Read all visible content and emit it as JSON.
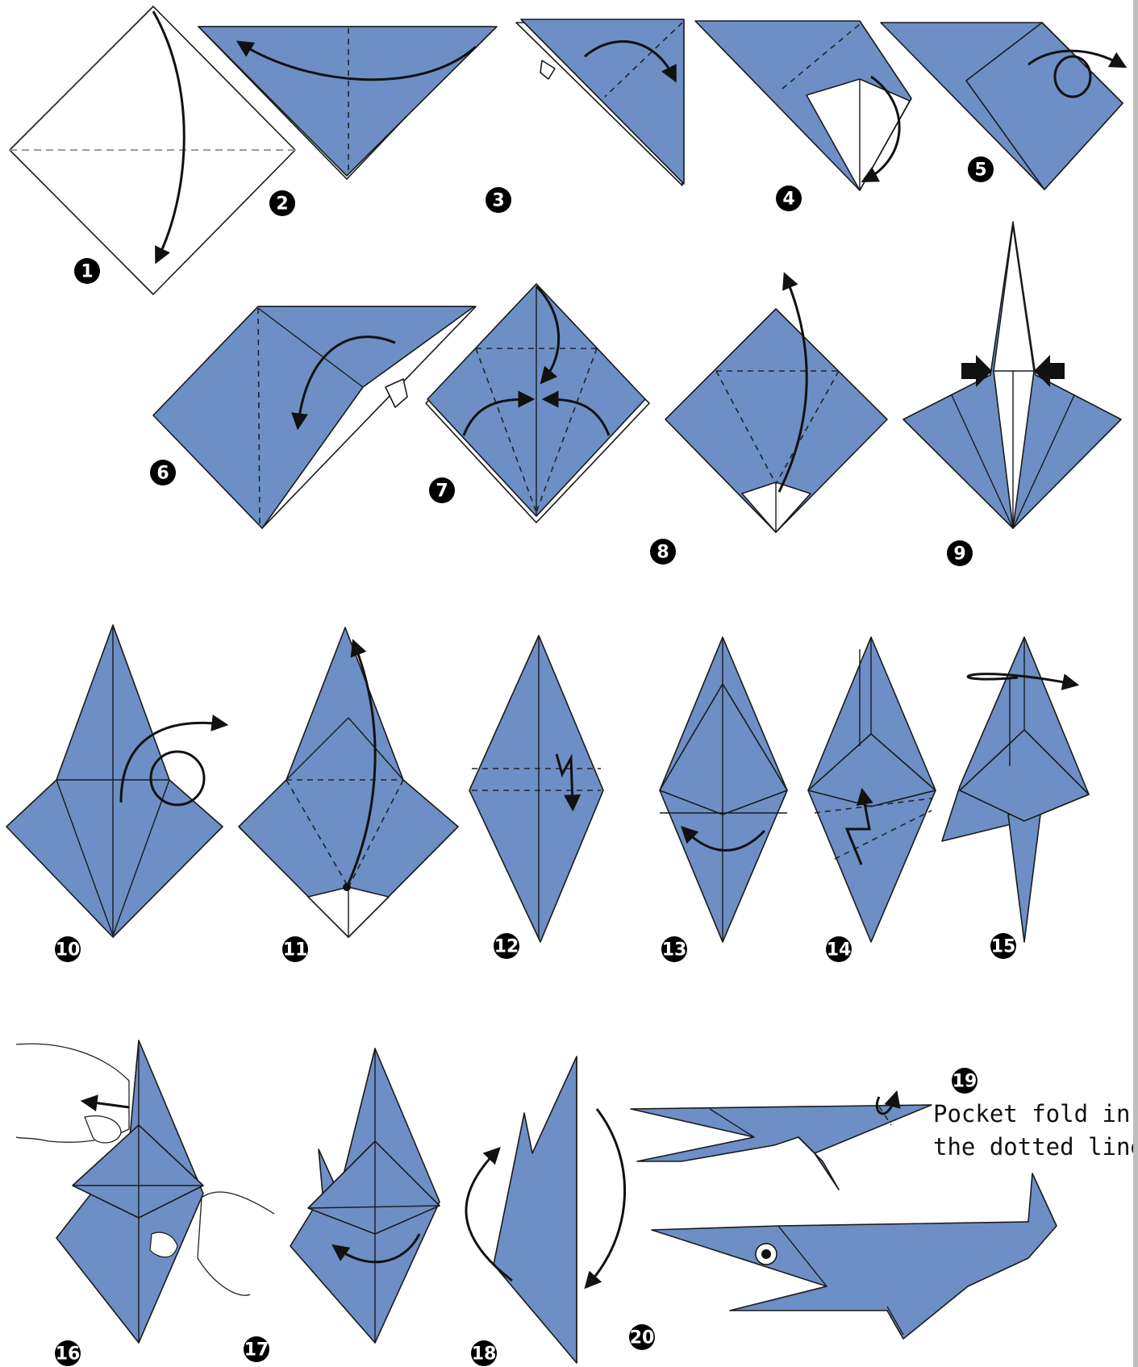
{
  "diagram": {
    "paper_color": "#6d8fc6",
    "line_color": "#1a1a1a",
    "background": "#ffffff",
    "steps": [
      {
        "number": "1"
      },
      {
        "number": "2"
      },
      {
        "number": "3"
      },
      {
        "number": "4"
      },
      {
        "number": "5"
      },
      {
        "number": "6"
      },
      {
        "number": "7"
      },
      {
        "number": "8"
      },
      {
        "number": "9"
      },
      {
        "number": "10"
      },
      {
        "number": "11"
      },
      {
        "number": "12"
      },
      {
        "number": "13"
      },
      {
        "number": "14"
      },
      {
        "number": "15"
      },
      {
        "number": "16"
      },
      {
        "number": "17"
      },
      {
        "number": "18"
      },
      {
        "number": "19"
      },
      {
        "number": "20"
      }
    ],
    "note_line1": "Pocket fold in",
    "note_line2": "the dotted line"
  }
}
